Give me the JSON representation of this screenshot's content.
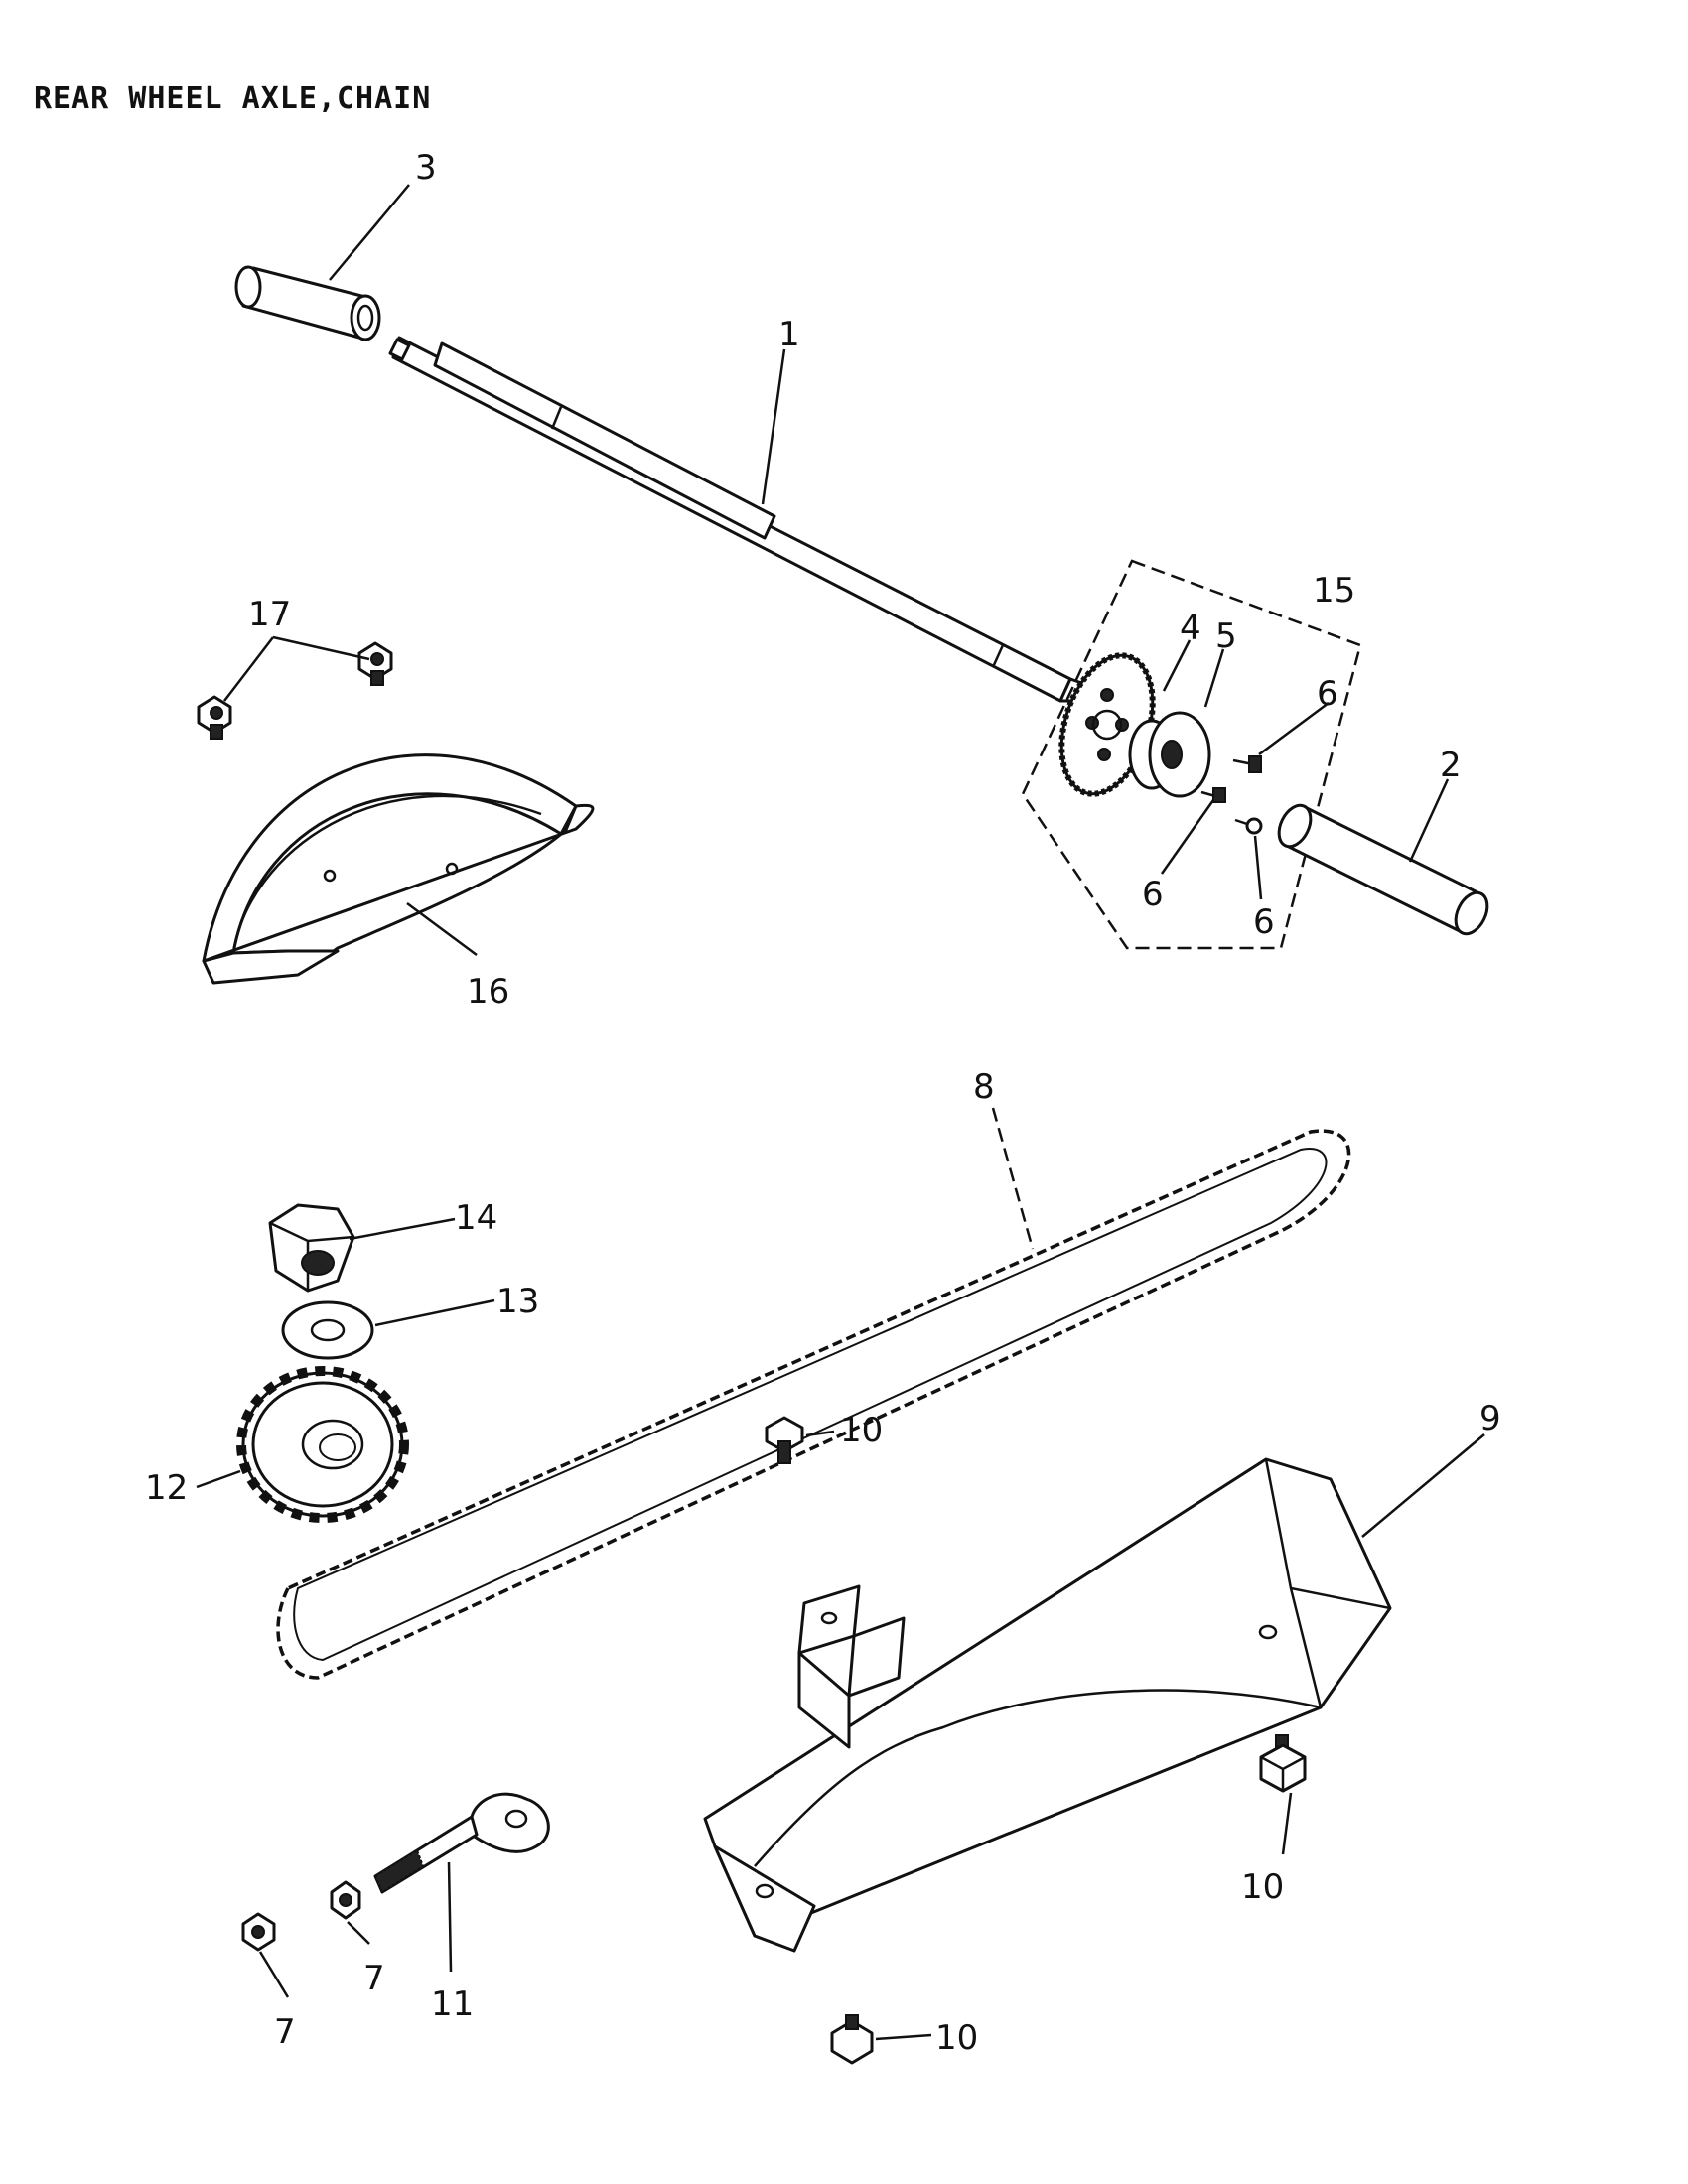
{
  "title": "REAR WHEEL AXLE,CHAIN",
  "callouts": {
    "c1": "1",
    "c2": "2",
    "c3": "3",
    "c4": "4",
    "c5": "5",
    "c6a": "6",
    "c6b": "6",
    "c6c": "6",
    "c7a": "7",
    "c7b": "7",
    "c8": "8",
    "c9": "9",
    "c10a": "10",
    "c10b": "10",
    "c10c": "10",
    "c11": "11",
    "c12": "12",
    "c13": "13",
    "c14": "14",
    "c15": "15",
    "c16": "16",
    "c17": "17"
  }
}
